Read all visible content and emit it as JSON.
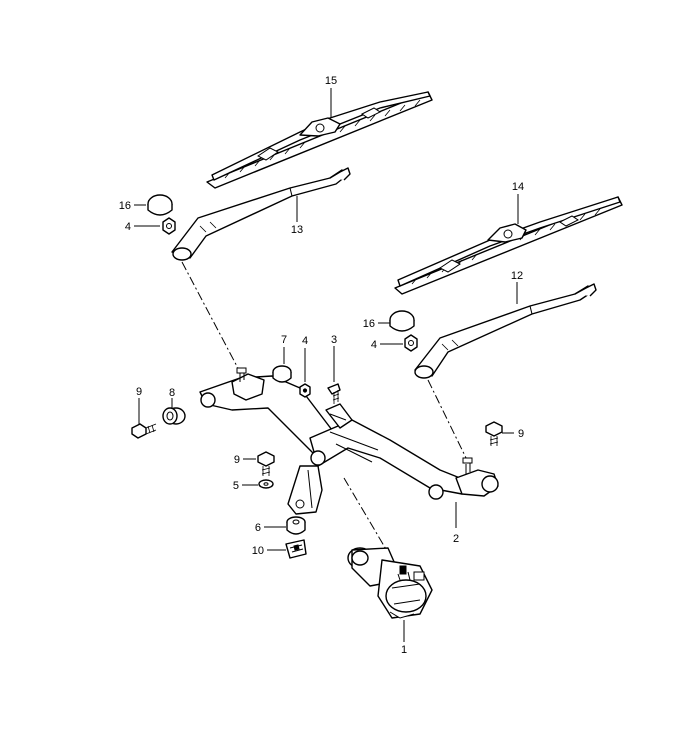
{
  "callouts": {
    "p1": "1",
    "p2": "2",
    "p3": "3",
    "p4a": "4",
    "p4b": "4",
    "p4c": "4",
    "p5": "5",
    "p6": "6",
    "p7": "7",
    "p8": "8",
    "p9a": "9",
    "p9b": "9",
    "p9c": "9",
    "p10": "10",
    "p12": "12",
    "p13": "13",
    "p14": "14",
    "p15": "15",
    "p16a": "16",
    "p16b": "16"
  }
}
